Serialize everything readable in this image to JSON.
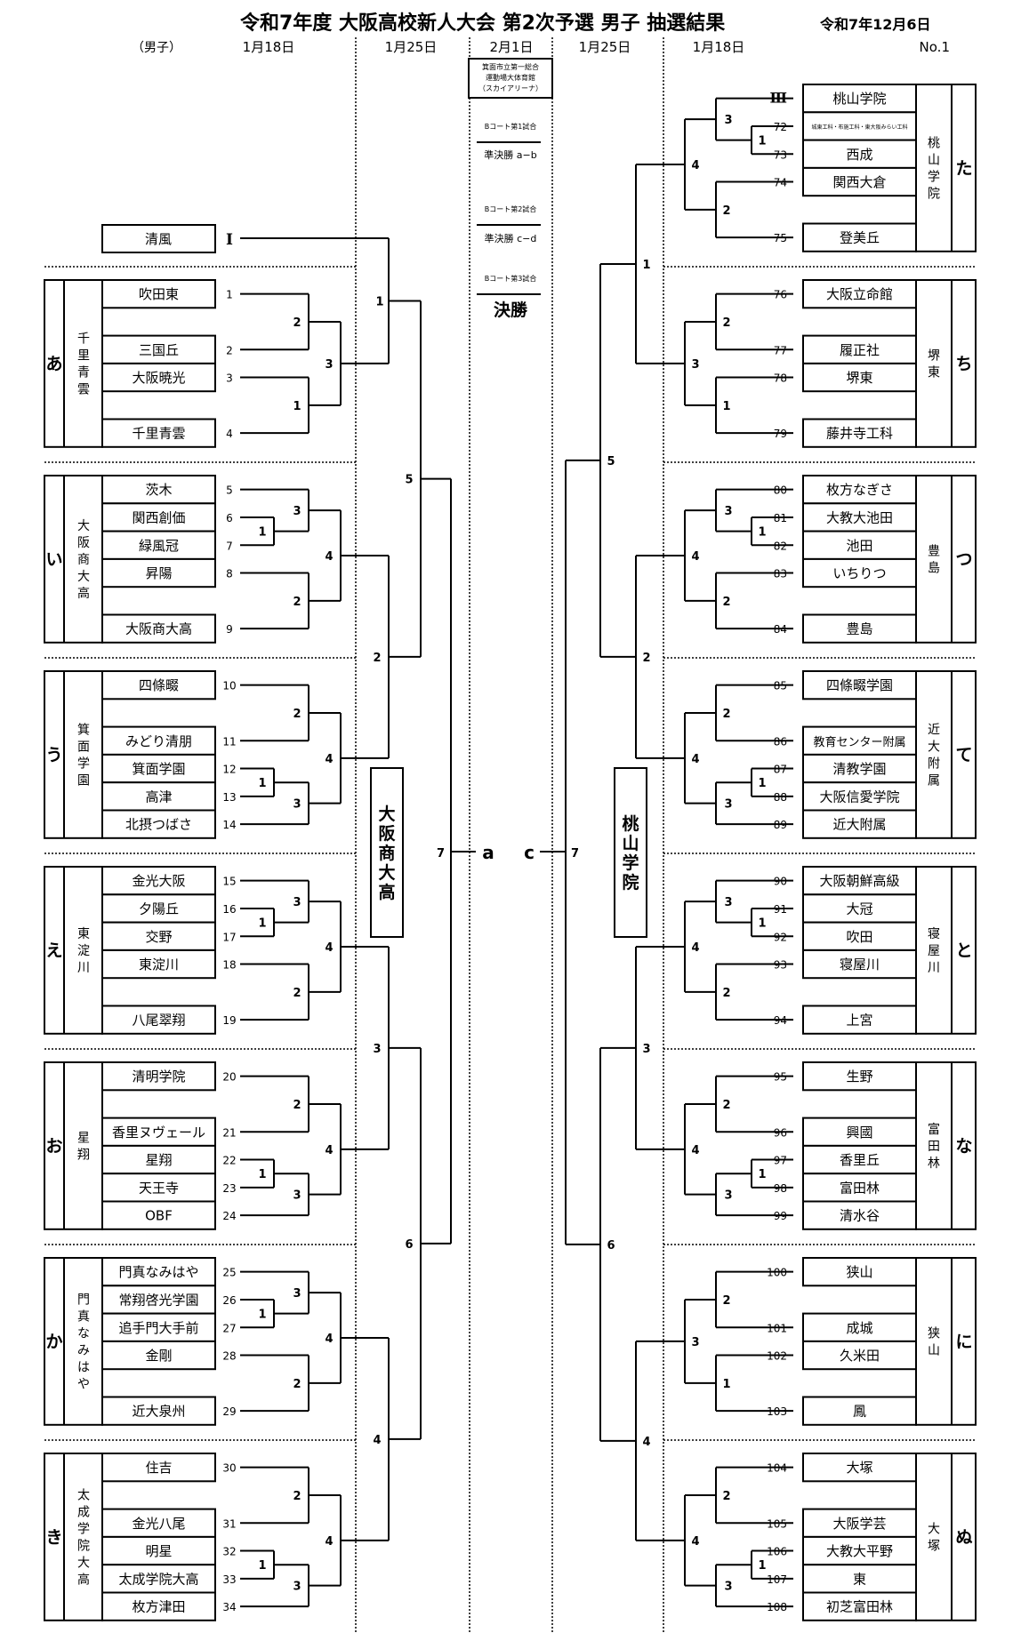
{
  "header": {
    "title": "令和7年度  大阪高校新人大会  第2次予選 男子 抽選結果",
    "date": "令和7年12月6日",
    "gender_label": "（男子）",
    "page_no": "No.1",
    "dates": [
      "1月18日",
      "1月25日",
      "2月1日",
      "1月25日",
      "1月18日"
    ]
  },
  "venue": {
    "name_lines": [
      "箕面市立第一総合",
      "運動場大体育館",
      "（スカイアリーナ）"
    ],
    "matches": [
      {
        "court": "Bコート第1試合",
        "label": "準決勝  a−b"
      },
      {
        "court": "Bコート第2試合",
        "label": "準決勝  c−d"
      },
      {
        "court": "Bコート第3試合",
        "label": "決勝"
      }
    ]
  },
  "seeds": {
    "left": {
      "school": "清風",
      "mark": "Ⅰ"
    },
    "right": {
      "school": "桃山学院",
      "mark": "Ⅲ"
    }
  },
  "block_labels": {
    "left": "大阪商大高",
    "right": "桃山学院"
  },
  "final_labels": {
    "left_round": "7",
    "left_letter": "a",
    "right_letter": "c",
    "right_round": "7"
  },
  "left_groups": [
    {
      "letter": "あ",
      "host": "千里青雲",
      "schools": [
        {
          "no": "1",
          "name": "吹田東"
        },
        {
          "no": "2",
          "name": "三国丘"
        },
        {
          "no": "3",
          "name": "大阪暁光"
        },
        {
          "no": "4",
          "name": "千里青雲"
        }
      ]
    },
    {
      "letter": "い",
      "host": "大阪商大高",
      "schools": [
        {
          "no": "5",
          "name": "茨木"
        },
        {
          "no": "6",
          "name": "関西創価"
        },
        {
          "no": "7",
          "name": "緑風冠"
        },
        {
          "no": "8",
          "name": "昇陽"
        },
        {
          "no": "9",
          "name": "大阪商大高"
        }
      ]
    },
    {
      "letter": "う",
      "host": "箕面学園",
      "schools": [
        {
          "no": "10",
          "name": "四條畷"
        },
        {
          "no": "11",
          "name": "みどり清朋"
        },
        {
          "no": "12",
          "name": "箕面学園"
        },
        {
          "no": "13",
          "name": "高津"
        },
        {
          "no": "14",
          "name": "北摂つばさ"
        }
      ]
    },
    {
      "letter": "え",
      "host": "東淀川",
      "schools": [
        {
          "no": "15",
          "name": "金光大阪"
        },
        {
          "no": "16",
          "name": "夕陽丘"
        },
        {
          "no": "17",
          "name": "交野"
        },
        {
          "no": "18",
          "name": "東淀川"
        },
        {
          "no": "19",
          "name": "八尾翠翔"
        }
      ]
    },
    {
      "letter": "お",
      "host": "星翔",
      "schools": [
        {
          "no": "20",
          "name": "清明学院"
        },
        {
          "no": "21",
          "name": "香里ヌヴェール"
        },
        {
          "no": "22",
          "name": "星翔"
        },
        {
          "no": "23",
          "name": "天王寺"
        },
        {
          "no": "24",
          "name": "OBF"
        }
      ]
    },
    {
      "letter": "か",
      "host": "門真なみはや",
      "schools": [
        {
          "no": "25",
          "name": "門真なみはや"
        },
        {
          "no": "26",
          "name": "常翔啓光学園"
        },
        {
          "no": "27",
          "name": "追手門大手前"
        },
        {
          "no": "28",
          "name": "金剛"
        },
        {
          "no": "29",
          "name": "近大泉州"
        }
      ]
    },
    {
      "letter": "き",
      "host": "太成学院大高",
      "schools": [
        {
          "no": "30",
          "name": "住吉"
        },
        {
          "no": "31",
          "name": "金光八尾"
        },
        {
          "no": "32",
          "name": "明星"
        },
        {
          "no": "33",
          "name": "太成学院大高"
        },
        {
          "no": "34",
          "name": "枚方津田"
        }
      ]
    }
  ],
  "right_groups": [
    {
      "letter": "た",
      "host": "桃山学院",
      "schools": [
        {
          "no": "Ⅲ",
          "name": "桃山学院"
        },
        {
          "no": "72",
          "name": "城東工科・布施工科・東大阪みらい工科"
        },
        {
          "no": "73",
          "name": "西成"
        },
        {
          "no": "74",
          "name": "関西大倉"
        },
        {
          "no": "75",
          "name": "登美丘"
        }
      ]
    },
    {
      "letter": "ち",
      "host": "堺東",
      "schools": [
        {
          "no": "76",
          "name": "大阪立命館"
        },
        {
          "no": "77",
          "name": "履正社"
        },
        {
          "no": "78",
          "name": "堺東"
        },
        {
          "no": "79",
          "name": "藤井寺工科"
        }
      ]
    },
    {
      "letter": "つ",
      "host": "豊島",
      "schools": [
        {
          "no": "80",
          "name": "枚方なぎさ"
        },
        {
          "no": "81",
          "name": "大教大池田"
        },
        {
          "no": "82",
          "name": "池田"
        },
        {
          "no": "83",
          "name": "いちりつ"
        },
        {
          "no": "84",
          "name": "豊島"
        }
      ]
    },
    {
      "letter": "て",
      "host": "近大附属",
      "schools": [
        {
          "no": "85",
          "name": "四條畷学園"
        },
        {
          "no": "86",
          "name": "教育センター附属"
        },
        {
          "no": "87",
          "name": "清教学園"
        },
        {
          "no": "88",
          "name": "大阪信愛学院"
        },
        {
          "no": "89",
          "name": "近大附属"
        }
      ]
    },
    {
      "letter": "と",
      "host": "寝屋川",
      "schools": [
        {
          "no": "90",
          "name": "大阪朝鮮高級"
        },
        {
          "no": "91",
          "name": "大冠"
        },
        {
          "no": "92",
          "name": "吹田"
        },
        {
          "no": "93",
          "name": "寝屋川"
        },
        {
          "no": "94",
          "name": "上宮"
        }
      ]
    },
    {
      "letter": "な",
      "host": "富田林",
      "schools": [
        {
          "no": "95",
          "name": "生野"
        },
        {
          "no": "96",
          "name": "興國"
        },
        {
          "no": "97",
          "name": "香里丘"
        },
        {
          "no": "98",
          "name": "富田林"
        },
        {
          "no": "99",
          "name": "清水谷"
        }
      ]
    },
    {
      "letter": "に",
      "host": "狭山",
      "schools": [
        {
          "no": "100",
          "name": "狭山"
        },
        {
          "no": "101",
          "name": "成城"
        },
        {
          "no": "102",
          "name": "久米田"
        },
        {
          "no": "103",
          "name": "鳳"
        }
      ]
    },
    {
      "letter": "ぬ",
      "host": "大塚",
      "schools": [
        {
          "no": "104",
          "name": "大塚"
        },
        {
          "no": "105",
          "name": "大阪学芸"
        },
        {
          "no": "106",
          "name": "大教大平野"
        },
        {
          "no": "107",
          "name": "東"
        },
        {
          "no": "108",
          "name": "初芝富田林"
        }
      ]
    }
  ]
}
